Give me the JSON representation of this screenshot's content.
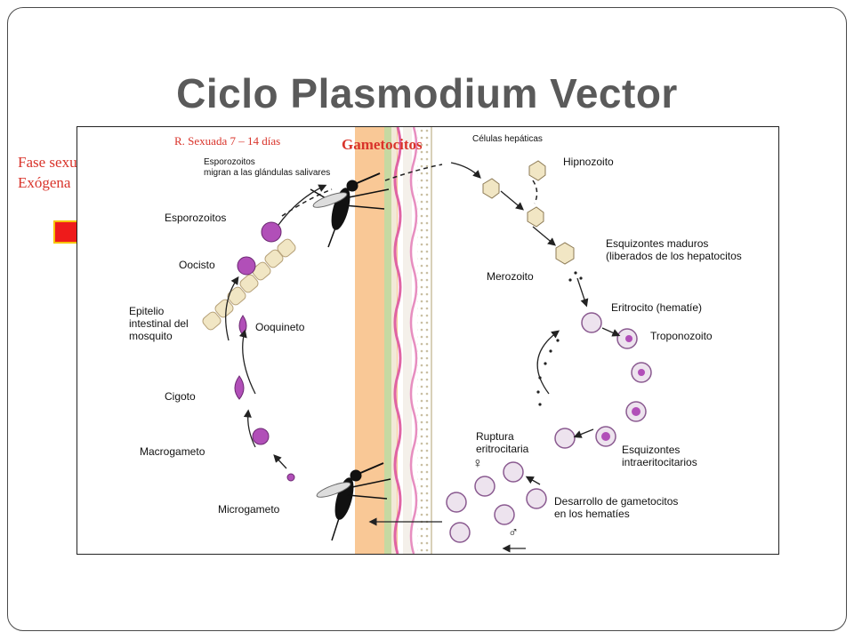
{
  "slide": {
    "title": "Ciclo Plasmodium Vector",
    "side_note_line1": "Fase sexuada",
    "side_note_line2": "Exógena"
  },
  "notes": {
    "r_sexuada": "R. Sexuada 7 – 14 días",
    "gametocitos": "Gametocitos"
  },
  "labels": {
    "esporozoitos_migran_1": "Esporozoitos",
    "esporozoitos_migran_2": "migran a las glándulas salivares",
    "esporozoitos": "Esporozoitos",
    "oocisto": "Oocisto",
    "epitelio_1": "Epitelio",
    "epitelio_2": "intestinal del",
    "epitelio_3": "mosquito",
    "ooquineto": "Ooquineto",
    "cigoto": "Cigoto",
    "macrogameto": "Macrogameto",
    "microgameto": "Microgameto",
    "celulas_hepaticas": "Células hepáticas",
    "hipnozoito": "Hipnozoito",
    "esquizontes_maduros_1": "Esquizontes maduros",
    "esquizontes_maduros_2": "(liberados de los hepatocitos",
    "merozoito": "Merozoito",
    "eritrocito": "Eritrocito (hematíe)",
    "troponozoito": "Troponozoito",
    "ruptura_1": "Ruptura",
    "ruptura_2": "eritrocitaria",
    "esquizontes_intra_1": "Esquizontes",
    "esquizontes_intra_2": "intraeritocitarios",
    "desarrollo_1": "Desarrollo de gametocitos",
    "desarrollo_2": "en los hematíes",
    "female_symbol": "♀",
    "male_symbol": "♂"
  },
  "colors": {
    "title": "#5a5a5a",
    "red_text": "#d9342b",
    "arrow_red": "#ee1b1b",
    "skin": "#f9c896",
    "parasite": "#b14fb8",
    "cell": "#f1e6c4"
  }
}
